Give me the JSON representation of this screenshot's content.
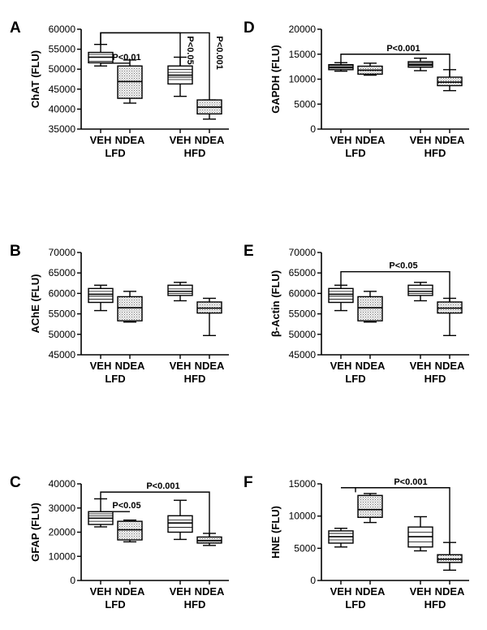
{
  "chart_data": [
    {
      "panel": "A",
      "type": "boxplot",
      "ylabel": "ChAT (FLU)",
      "ylim": [
        35000,
        60000
      ],
      "yticks": [
        35000,
        40000,
        45000,
        50000,
        55000,
        60000
      ],
      "yticklabels": [
        "35000",
        "40000",
        "45000",
        "50000",
        "55000",
        "60000"
      ],
      "categories": [
        "VEH",
        "NDEA",
        "VEH",
        "NDEA"
      ],
      "groups": [
        "LFD",
        "HFD"
      ],
      "boxes": [
        {
          "min": 50800,
          "q1": 51600,
          "median": 53000,
          "q3": 54200,
          "max": 56200,
          "lines": [
            52000,
            53000,
            53700
          ],
          "pattern": "lines"
        },
        {
          "min": 41500,
          "q1": 42700,
          "median": 46900,
          "q3": 50800,
          "max": 52300,
          "lines": [],
          "pattern": "dots"
        },
        {
          "min": 43200,
          "q1": 46300,
          "median": 48500,
          "q3": 50800,
          "max": 53000,
          "lines": [
            47400,
            48000,
            49200,
            49900
          ],
          "pattern": "lines"
        },
        {
          "min": 37500,
          "q1": 38800,
          "median": 40500,
          "q3": 42300,
          "max": 42300,
          "lines": [],
          "pattern": "dots"
        }
      ],
      "annotations": [
        {
          "text": "P<0.01",
          "from": 0,
          "to": 1,
          "y": 51500,
          "kind": "line"
        },
        {
          "text": "P<0.05",
          "from": 0,
          "to": 2,
          "y": 59100,
          "kind": "bracket",
          "vertical": true
        },
        {
          "text": "P<0.001",
          "from": 0,
          "to": 3,
          "y": 59100,
          "kind": "bracket",
          "vertical": true
        }
      ]
    },
    {
      "panel": "B",
      "type": "boxplot",
      "ylabel": "AChE (FLU)",
      "ylim": [
        45000,
        70000
      ],
      "yticks": [
        45000,
        50000,
        55000,
        60000,
        65000,
        70000
      ],
      "yticklabels": [
        "45000",
        "50000",
        "55000",
        "60000",
        "65000",
        "70000"
      ],
      "categories": [
        "VEH",
        "NDEA",
        "VEH",
        "NDEA"
      ],
      "groups": [
        "LFD",
        "HFD"
      ],
      "boxes": [
        {
          "min": 55800,
          "q1": 57800,
          "median": 59800,
          "q3": 61200,
          "max": 62000,
          "lines": [
            58600,
            59300,
            60500
          ],
          "pattern": "lines"
        },
        {
          "min": 53000,
          "q1": 53300,
          "median": 56500,
          "q3": 59200,
          "max": 60500,
          "lines": [],
          "pattern": "dots"
        },
        {
          "min": 58200,
          "q1": 59500,
          "median": 60500,
          "q3": 62000,
          "max": 62700,
          "lines": [
            60000,
            61100
          ],
          "pattern": "lines"
        },
        {
          "min": 49700,
          "q1": 55200,
          "median": 56400,
          "q3": 57900,
          "max": 58800,
          "lines": [],
          "pattern": "dots"
        }
      ],
      "annotations": []
    },
    {
      "panel": "C",
      "type": "boxplot",
      "ylabel": "GFAP (FLU)",
      "ylim": [
        0,
        40000
      ],
      "yticks": [
        0,
        10000,
        20000,
        30000,
        40000
      ],
      "yticklabels": [
        "0",
        "10000",
        "20000",
        "30000",
        "40000"
      ],
      "categories": [
        "VEH",
        "NDEA",
        "VEH",
        "NDEA"
      ],
      "groups": [
        "LFD",
        "HFD"
      ],
      "boxes": [
        {
          "min": 22200,
          "q1": 23200,
          "median": 25800,
          "q3": 28500,
          "max": 33800,
          "lines": [
            24500,
            26800,
            27600
          ],
          "pattern": "lines"
        },
        {
          "min": 16000,
          "q1": 16800,
          "median": 21000,
          "q3": 24500,
          "max": 25000,
          "lines": [],
          "pattern": "dots"
        },
        {
          "min": 17000,
          "q1": 20000,
          "median": 23800,
          "q3": 26800,
          "max": 33200,
          "lines": [
            22000,
            25000
          ],
          "pattern": "lines"
        },
        {
          "min": 14500,
          "q1": 15500,
          "median": 16500,
          "q3": 18000,
          "max": 19500,
          "lines": [],
          "pattern": "dots"
        }
      ],
      "annotations": [
        {
          "text": "P<0.05",
          "from": 0,
          "to": 1,
          "y": 28500,
          "kind": "line"
        },
        {
          "text": "P<0.001",
          "from": 0,
          "to": 3,
          "y": 36600,
          "kind": "bracket"
        }
      ]
    },
    {
      "panel": "D",
      "type": "boxplot",
      "ylabel": "GAPDH (FLU)",
      "ylim": [
        0,
        20000
      ],
      "yticks": [
        0,
        5000,
        10000,
        15000,
        20000
      ],
      "yticklabels": [
        "0",
        "5000",
        "10000",
        "15000",
        "20000"
      ],
      "categories": [
        "VEH",
        "NDEA",
        "VEH",
        "NDEA"
      ],
      "groups": [
        "LFD",
        "HFD"
      ],
      "boxes": [
        {
          "min": 11600,
          "q1": 11900,
          "median": 12400,
          "q3": 12900,
          "max": 13300,
          "lines": [
            12200,
            12700
          ],
          "pattern": "lines"
        },
        {
          "min": 10800,
          "q1": 11000,
          "median": 11800,
          "q3": 12600,
          "max": 13200,
          "lines": [],
          "pattern": "dots"
        },
        {
          "min": 11700,
          "q1": 12400,
          "median": 12900,
          "q3": 13500,
          "max": 14200,
          "lines": [
            12700,
            13200
          ],
          "pattern": "lines"
        },
        {
          "min": 7700,
          "q1": 8700,
          "median": 9400,
          "q3": 10400,
          "max": 11900,
          "lines": [],
          "pattern": "dots"
        }
      ],
      "annotations": [
        {
          "text": "P<0.001",
          "from": 0,
          "to": 3,
          "y": 15000,
          "kind": "bracket"
        }
      ]
    },
    {
      "panel": "E",
      "type": "boxplot",
      "ylabel": "β-Actin (FLU)",
      "ylim": [
        45000,
        70000
      ],
      "yticks": [
        45000,
        50000,
        55000,
        60000,
        65000,
        70000
      ],
      "yticklabels": [
        "45000",
        "50000",
        "55000",
        "60000",
        "65000",
        "70000"
      ],
      "categories": [
        "VEH",
        "NDEA",
        "VEH",
        "NDEA"
      ],
      "groups": [
        "LFD",
        "HFD"
      ],
      "boxes": [
        {
          "min": 55800,
          "q1": 57800,
          "median": 59800,
          "q3": 61200,
          "max": 62000,
          "lines": [
            58600,
            59300,
            60500
          ],
          "pattern": "lines"
        },
        {
          "min": 53000,
          "q1": 53300,
          "median": 56500,
          "q3": 59200,
          "max": 60500,
          "lines": [],
          "pattern": "dots"
        },
        {
          "min": 58200,
          "q1": 59500,
          "median": 60500,
          "q3": 62000,
          "max": 62700,
          "lines": [
            60000,
            61100
          ],
          "pattern": "lines"
        },
        {
          "min": 49700,
          "q1": 55200,
          "median": 56400,
          "q3": 57900,
          "max": 58800,
          "lines": [],
          "pattern": "dots"
        }
      ],
      "annotations": [
        {
          "text": "P<0.05",
          "from": 0,
          "to": 3,
          "y": 65300,
          "kind": "bracket"
        }
      ]
    },
    {
      "panel": "F",
      "type": "boxplot",
      "ylabel": "HNE (FLU)",
      "ylim": [
        0,
        15000
      ],
      "yticks": [
        0,
        5000,
        10000,
        15000
      ],
      "yticklabels": [
        "0",
        "5000",
        "10000",
        "15000"
      ],
      "categories": [
        "VEH",
        "NDEA",
        "VEH",
        "NDEA"
      ],
      "groups": [
        "LFD",
        "HFD"
      ],
      "boxes": [
        {
          "min": 5200,
          "q1": 5800,
          "median": 6800,
          "q3": 7700,
          "max": 8100,
          "lines": [
            6300,
            7300
          ],
          "pattern": "lines"
        },
        {
          "min": 9000,
          "q1": 9800,
          "median": 11000,
          "q3": 13200,
          "max": 13500,
          "lines": [],
          "pattern": "dots"
        },
        {
          "min": 4600,
          "q1": 5200,
          "median": 6800,
          "q3": 8300,
          "max": 9900,
          "lines": [
            6000,
            7500
          ],
          "pattern": "lines"
        },
        {
          "min": 1600,
          "q1": 2800,
          "median": 3300,
          "q3": 4000,
          "max": 5900,
          "lines": [],
          "pattern": "dots"
        }
      ],
      "annotations": [
        {
          "text": "",
          "from": 0,
          "to": 1,
          "y": 14400,
          "kind": "line"
        },
        {
          "text": "P<0.001",
          "from": 0.5,
          "to": 3,
          "y": 14400,
          "kind": "bracket",
          "stemTo": 13700
        }
      ]
    }
  ]
}
